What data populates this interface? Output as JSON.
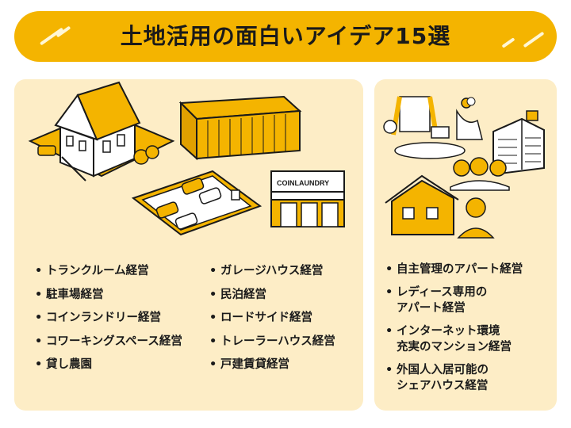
{
  "title": "土地活用の面白いアイデア15選",
  "coinlaundry_sign": "COINLAUNDRY",
  "left_list_col1": [
    "トランクルーム経営",
    "駐車場経営",
    "コインランドリー経営",
    "コワーキングスペース経営",
    "貸し農園"
  ],
  "left_list_col2": [
    "ガレージハウス経営",
    "民泊経営",
    "ロードサイド経営",
    "トレーラーハウス経営",
    "戸建賃貸経営"
  ],
  "right_list": [
    {
      "l1": "自主管理のアパート経営",
      "l2": ""
    },
    {
      "l1": "レディース専用の",
      "l2": "アパート経営"
    },
    {
      "l1": "インターネット環境",
      "l2": "充実のマンション経営"
    },
    {
      "l1": "外国人入居可能の",
      "l2": "シェアハウス経営"
    }
  ],
  "colors": {
    "accent": "#f4b400",
    "panel": "#fdedc6",
    "ink": "#1a1a1a"
  }
}
